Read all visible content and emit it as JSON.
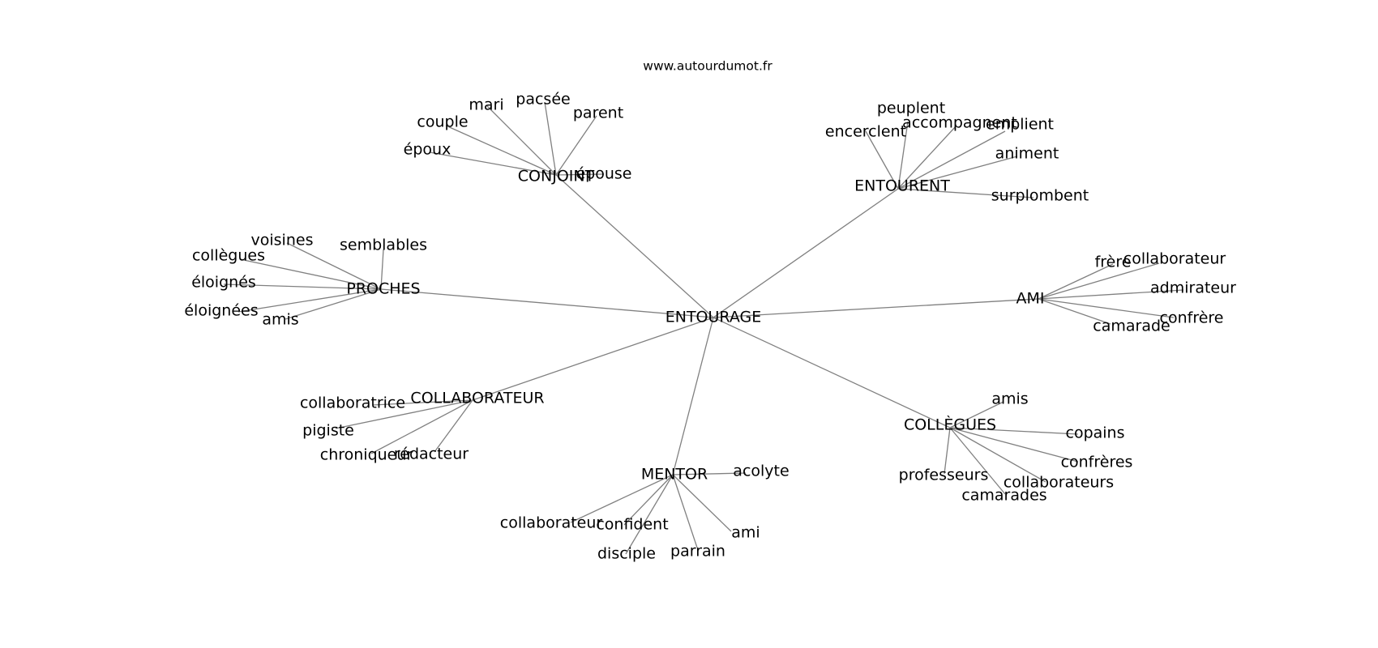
{
  "source": "www.autourdumot.fr",
  "graph": {
    "root": "ENTOURAGE",
    "groups": [
      {
        "id": "conjoint",
        "label": "CONJOINT",
        "leaves": [
          "mari",
          "pacsée",
          "parent",
          "couple",
          "épouse",
          "époux"
        ]
      },
      {
        "id": "entourent",
        "label": "ENTOURENT",
        "leaves": [
          "peuplent",
          "accompagnent",
          "emplient",
          "encerclent",
          "animent",
          "surplombent"
        ]
      },
      {
        "id": "proches",
        "label": "PROCHES",
        "leaves": [
          "voisines",
          "semblables",
          "collègues",
          "éloignés",
          "éloignées",
          "amis"
        ]
      },
      {
        "id": "ami",
        "label": "AMI",
        "leaves": [
          "frère",
          "collaborateur",
          "admirateur",
          "confrère",
          "camarade"
        ]
      },
      {
        "id": "collaborateur",
        "label": "COLLABORATEUR",
        "leaves": [
          "collaboratrice",
          "pigiste",
          "chroniqueur",
          "rédacteur"
        ]
      },
      {
        "id": "collegues",
        "label": "COLLÈGUES",
        "leaves": [
          "amis",
          "copains",
          "confrères",
          "professeurs",
          "collaborateurs",
          "camarades"
        ]
      },
      {
        "id": "mentor",
        "label": "MENTOR",
        "leaves": [
          "acolyte",
          "collaborateur",
          "confident",
          "ami",
          "disciple",
          "parrain"
        ]
      }
    ]
  }
}
